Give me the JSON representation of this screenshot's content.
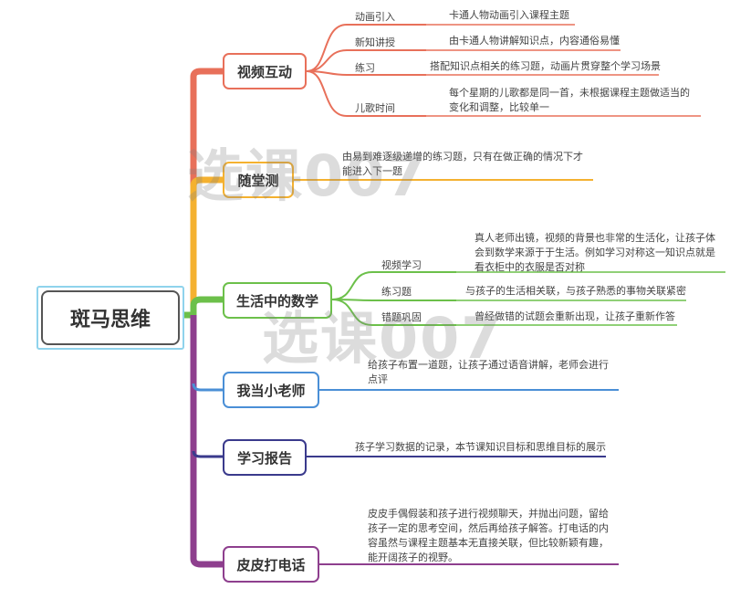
{
  "root": {
    "title": "斑马思维"
  },
  "branches": [
    {
      "title": "视频互动",
      "color": "#e8705a",
      "children": [
        {
          "label": "动画引入",
          "desc": "卡通人物动画引入课程主题"
        },
        {
          "label": "新知讲授",
          "desc": "由卡通人物讲解知识点，内容通俗易懂"
        },
        {
          "label": "练习",
          "desc": "搭配知识点相关的练习题，动画片贯穿整个学习场景"
        },
        {
          "label": "儿歌时间",
          "desc": "每个星期的儿歌都是同一首，未根据课程主题做适当的变化和调整，比较单一"
        }
      ]
    },
    {
      "title": "随堂测",
      "color": "#f4b130",
      "desc": "由易到难逐级递增的练习题，只有在做正确的情况下才能进入下一题"
    },
    {
      "title": "生活中的数学",
      "color": "#6cc04a",
      "children": [
        {
          "label": "视频学习",
          "desc": "真人老师出镜，视频的背景也非常的生活化，让孩子体会到数学来源于于生活。例如学习对称这一知识点就是看衣柜中的衣服是否对称"
        },
        {
          "label": "练习题",
          "desc": "与孩子的生活相关联，与孩子熟悉的事物关联紧密"
        },
        {
          "label": "错题巩固",
          "desc": "曾经做错的试题会重新出现，让孩子重新作答"
        }
      ]
    },
    {
      "title": "我当小老师",
      "color": "#4a8fd6",
      "desc": "给孩子布置一道题，让孩子通过语音讲解，老师会进行点评"
    },
    {
      "title": "学习报告",
      "color": "#3a3a8c",
      "desc": "孩子学习数据的记录，本节课知识目标和思维目标的展示"
    },
    {
      "title": "皮皮打电话",
      "color": "#8e3f8e",
      "desc": "皮皮手偶假装和孩子进行视频聊天，并抛出问题，留给孩子一定的思考空间，然后再给孩子解答。打电话的内容虽然与课程主题基本无直接关联，但比较新颖有趣，能开阔孩子的视野。"
    }
  ],
  "watermarks": [
    "选课007",
    "选课007"
  ]
}
